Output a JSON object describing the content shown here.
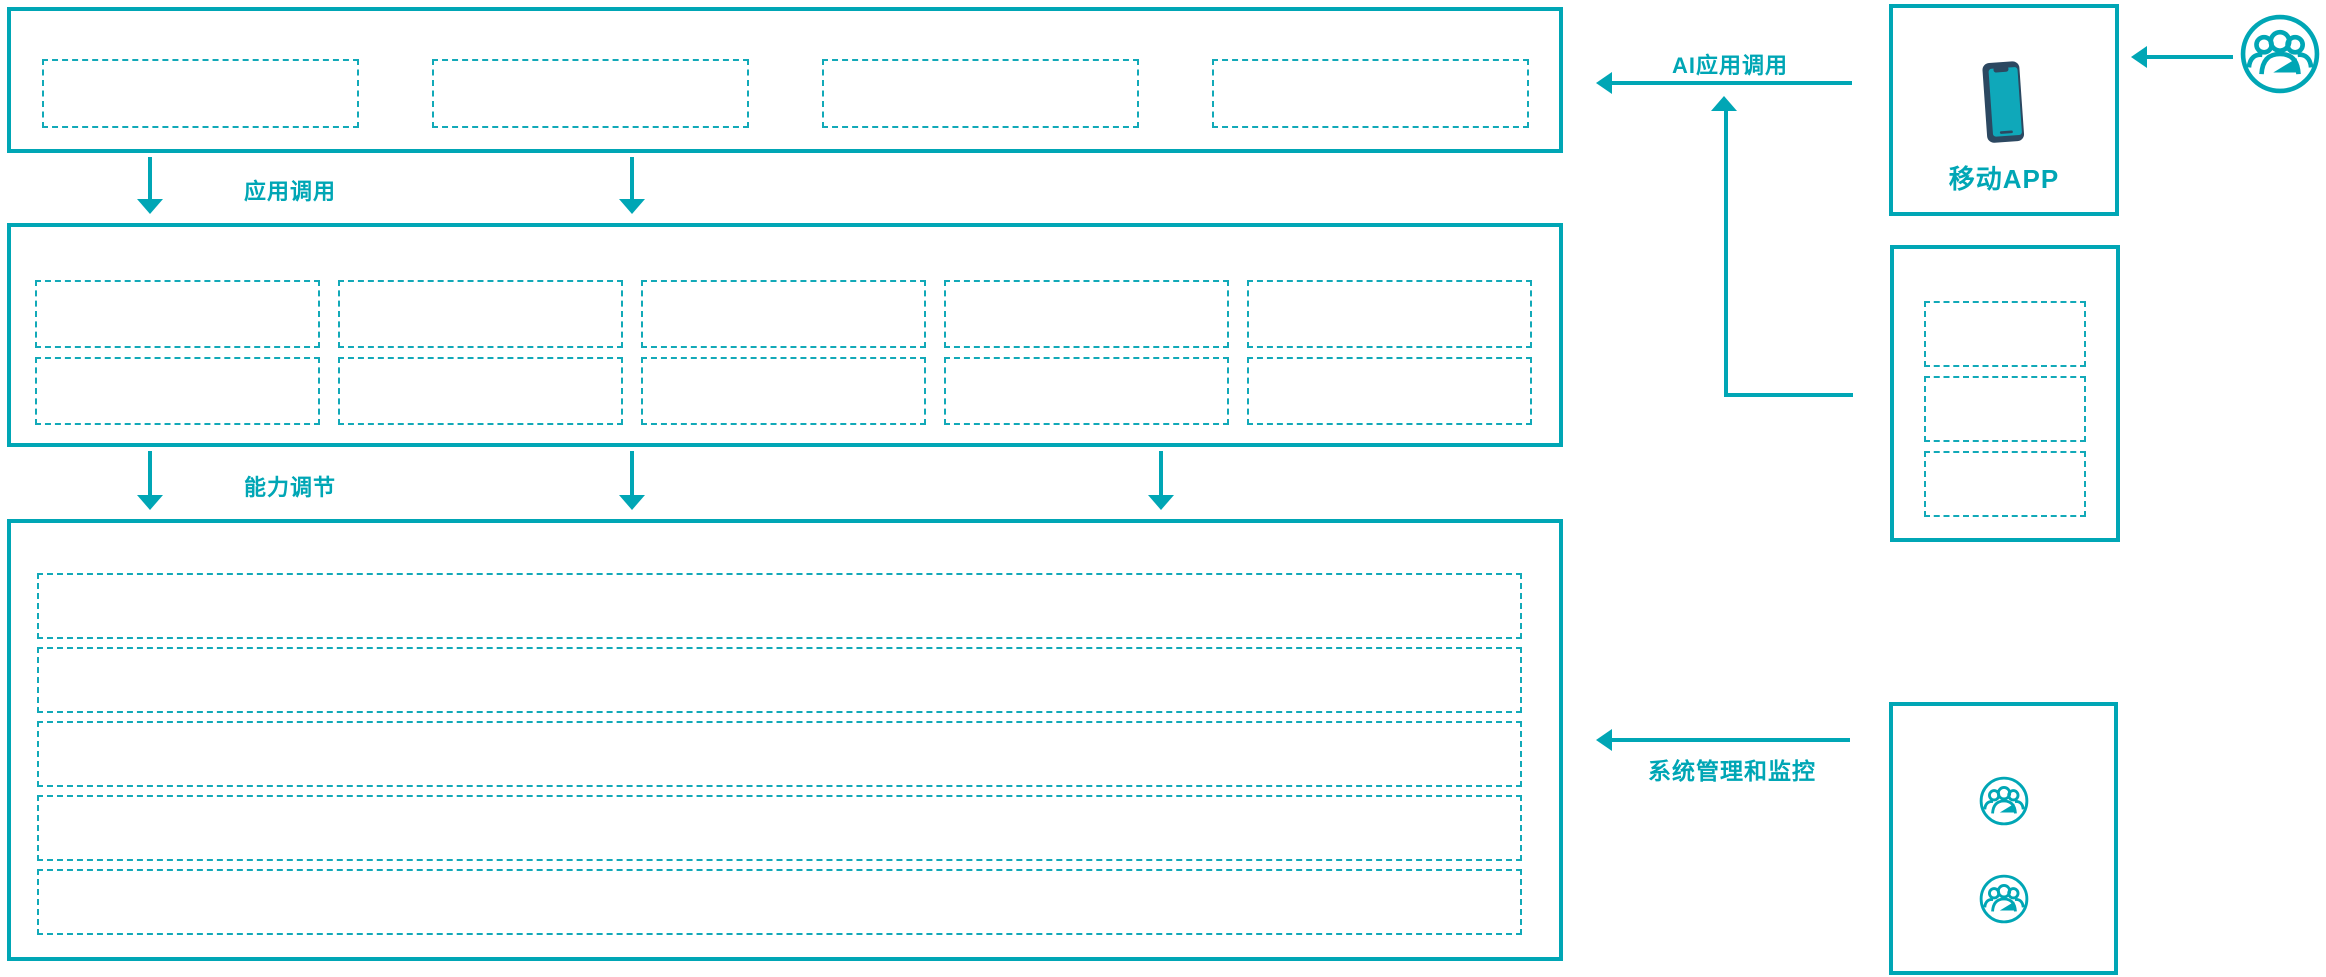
{
  "colors": {
    "teal": "#00a6b5",
    "tealdash": "#12a9b8",
    "navy": "#2c4861",
    "screen": "#0fa8ba"
  },
  "labels": {
    "app_call": "应用调用",
    "capability_adjust": "能力调节",
    "ai_app_call": "AI应用调用",
    "system_management": "系统管理和监控",
    "mobile_app": "移动APP"
  },
  "layout": {
    "top_placeholders": 4,
    "middle_rows": 2,
    "middle_cols": 5,
    "bottom_rows": 5,
    "panel_placeholders": 3
  },
  "icons": {
    "phone": "phone-icon",
    "users": "users-icon"
  }
}
